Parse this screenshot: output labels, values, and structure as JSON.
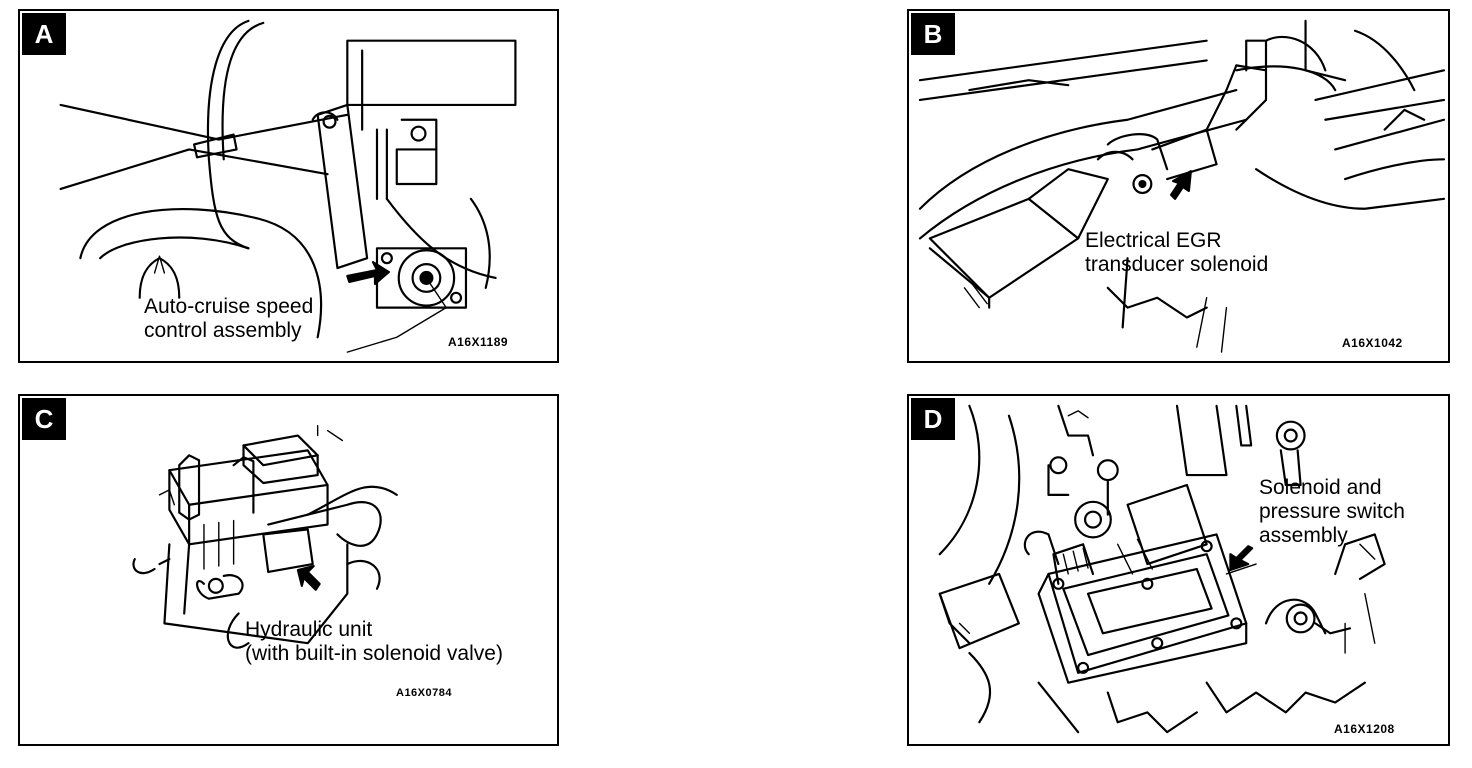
{
  "panels": {
    "a": {
      "tag": "A",
      "label_lines": [
        "Auto-cruise speed",
        "control assembly"
      ],
      "code": "A16X1189"
    },
    "b": {
      "tag": "B",
      "label_lines": [
        "Electrical EGR",
        "transducer solenoid"
      ],
      "code": "A16X1042"
    },
    "c": {
      "tag": "C",
      "label_lines": [
        "Hydraulic unit",
        "(with built-in solenoid valve)"
      ],
      "code": "A16X0784"
    },
    "d": {
      "tag": "D",
      "label_lines": [
        "Solenoid and",
        "pressure switch",
        "assembly"
      ],
      "code": "A16X1208"
    }
  }
}
